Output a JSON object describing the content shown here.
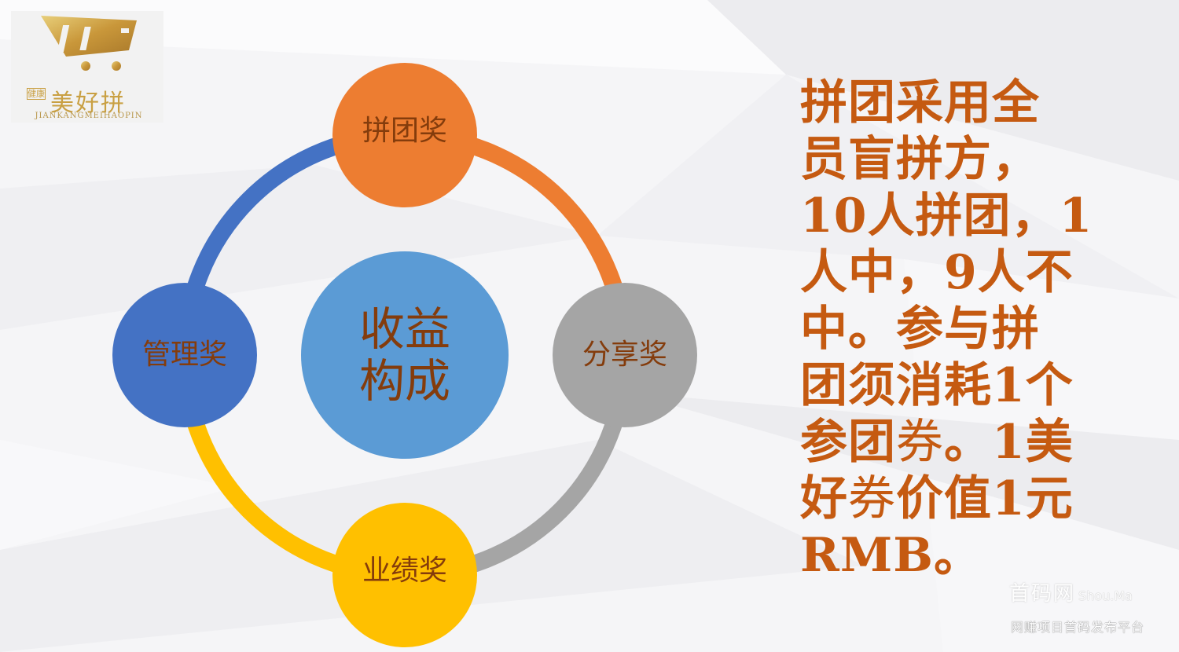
{
  "slide": {
    "background_color": "#f4f4f6"
  },
  "logo": {
    "mark": "MHP shopping-cart mark",
    "tag": "健康",
    "brand_cn": "美好拼",
    "brand_en": "JIANKANGMEIHAOPIN",
    "color": "#c9a043"
  },
  "diagram": {
    "center": {
      "label_line1": "收益",
      "label_line2": "构成",
      "color": "#5b9bd5"
    },
    "nodes": [
      {
        "position": "top",
        "label": "拼团奖",
        "color": "#ed7d31"
      },
      {
        "position": "right",
        "label": "分享奖",
        "color": "#a5a5a5"
      },
      {
        "position": "bottom",
        "label": "业绩奖",
        "color": "#ffc000"
      },
      {
        "position": "left",
        "label": "管理奖",
        "color": "#4472c4"
      }
    ],
    "label_color": "#843c0c"
  },
  "description": {
    "lines": [
      "拼团采用全",
      "员盲拼方，",
      "10人拼团，1",
      "人中，9人不",
      "中。参与拼",
      "团须消耗1个"
    ],
    "line7_a": "参团",
    "line7_b": "券",
    "line7_c": "。1美",
    "line8_a": "好",
    "line8_b": "券",
    "line8_c": "价值1元",
    "line9": "RMB。",
    "color": "#c55a11"
  },
  "watermark": {
    "brand": "首码网",
    "latin": "Shou.Ma",
    "subtitle": "网赚项目首码发布平台"
  }
}
